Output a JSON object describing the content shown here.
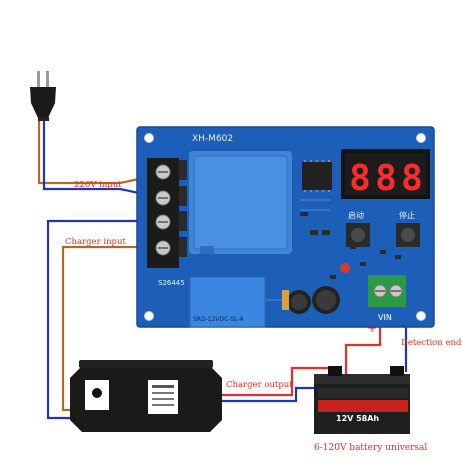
{
  "labels": {
    "input_220v": "220V input",
    "charger_input": "Charger input",
    "charger_output": "Charger output",
    "detection_end": "Detection end",
    "battery_universal": "6-120V battery universal",
    "plus": "+",
    "minus": "-"
  },
  "board": {
    "model": "XH-M602",
    "code": "S26445",
    "vin": "VIN",
    "btn_start": "启动",
    "btn_stop": "停止",
    "relay_line1": "SRD-12VDC-SL-A",
    "display_digits": [
      "8",
      "8",
      "8"
    ]
  },
  "battery": {
    "spec": "12V 58Ah"
  },
  "colors": {
    "board": "#1d5fb8",
    "wire_blue": "#2233bb",
    "wire_brown": "#b06a2a",
    "wire_red": "#e03030",
    "label_red": "#e0301e",
    "display_red": "#ff2a2a"
  }
}
